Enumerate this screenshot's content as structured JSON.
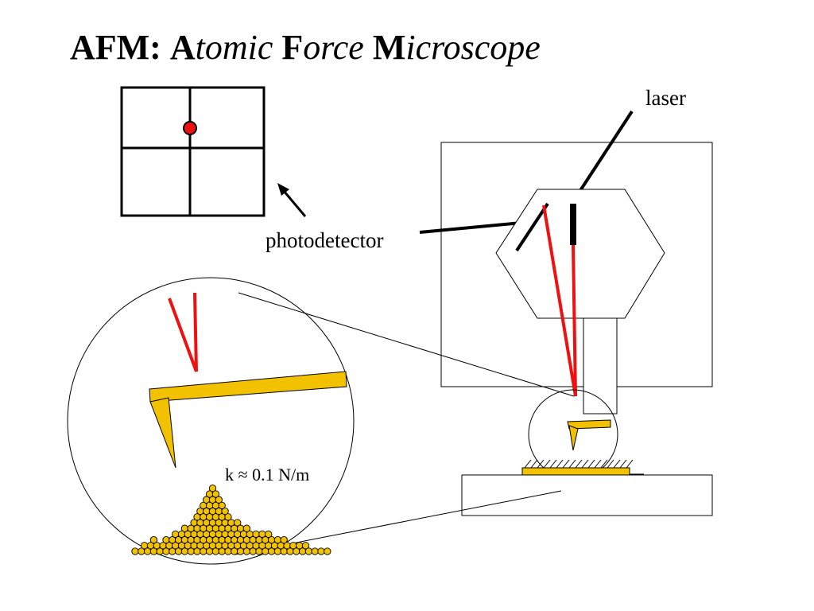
{
  "title": {
    "prefix": "AFM:",
    "a_letter": "A",
    "a_rest": "tomic",
    "f_letter": "F",
    "f_rest": "orce",
    "m_letter": "M",
    "m_rest": "icroscope"
  },
  "labels": {
    "laser": "laser",
    "photodetector": "photodetector",
    "spring_constant": "k ≈ 0.1 N/m"
  },
  "colors": {
    "beam": "#ee1111",
    "cantilever": "#f2c200",
    "outline": "#000000",
    "atom": "#f2c200"
  }
}
